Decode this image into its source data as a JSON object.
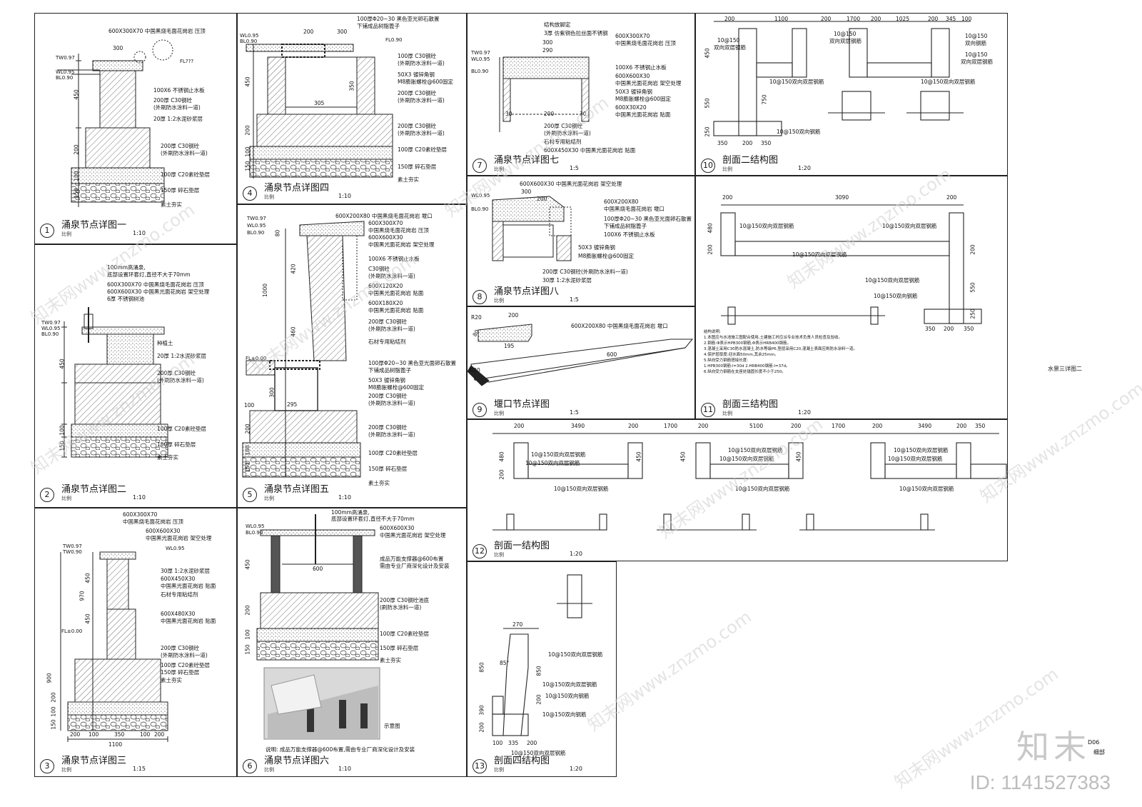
{
  "panels": {
    "p1": {
      "num": "1",
      "title": "涌泉节点详图一",
      "scale_label": "比例",
      "scale": "1:10",
      "notes": [
        "600X300X70 中国黑烧毛面花岗岩 压顶",
        "100X6 不锈钢止水板",
        "200厚 C30钢砼",
        "(外刷防水涂料一道)",
        "20厚 1:2水泥砂浆层",
        "200厚 C30钢砼",
        "(外刷防水涂料一道)",
        "100厚 C20素砼垫层",
        "150厚 碎石垫层",
        "素土夯实"
      ],
      "levels": [
        "TW0.97",
        "WL0.95",
        "BL0.90",
        "FL???"
      ],
      "dims": [
        "300",
        "450",
        "200",
        "100",
        "150"
      ]
    },
    "p2": {
      "num": "2",
      "title": "涌泉节点详图二",
      "scale_label": "比例",
      "scale": "1:10",
      "notes": [
        "100mm高涌泉,",
        "底部设置环套灯,直径不大于70mm",
        "600X300X70 中国黑烧毛面花岗岩 压顶",
        "600X600X30 中国黑光面花岗岩 架空处理",
        "6厚 不锈钢树池",
        "种植土",
        "20厚 1:2水泥砂浆层",
        "200厚 C30钢砼",
        "(外刷防水涂料一道)",
        "100厚 C20素砼垫层",
        "150厚 碎石垫层",
        "素土夯实"
      ],
      "levels": [
        "TW0.97",
        "WL0.95",
        "BL0.90"
      ],
      "dims": [
        "450",
        "100",
        "150"
      ]
    },
    "p3": {
      "num": "3",
      "title": "涌泉节点详图三",
      "scale_label": "比例",
      "scale": "1:15",
      "notes": [
        "600X300X70",
        "中国黑烧毛面花岗岩 压顶",
        "600X600X30",
        "中国黑光面花岗岩 架空处理",
        "30厚 1:2水泥砂浆层",
        "600X450X30",
        "中国黑光面花岗岩 贴面",
        "石材专用粘结剂",
        "600X480X30",
        "中国黑光面花岗岩 贴面",
        "200厚 C30钢砼",
        "(外刷防水涂料一道)",
        "100厚 C20素砼垫层",
        "150厚 碎石垫层",
        "素土夯实"
      ],
      "levels": [
        "TW0.97",
        "TW0.90",
        "WL0.95",
        "FL±0.00"
      ],
      "dims": [
        "450",
        "970",
        "450",
        "900",
        "200",
        "100",
        "150",
        "1100",
        "200",
        "100",
        "350",
        "100",
        "200"
      ]
    },
    "p4": {
      "num": "4",
      "title": "涌泉节点详图四",
      "scale_label": "比例",
      "scale": "1:10",
      "notes": [
        "100厚Φ20~30 黑色亚光卵石散置",
        "下铺成品树脂篦子",
        "100厚 C30钢砼",
        "(外刷防水涂料一道)",
        "50X3 镀锌角钢",
        "M8膨胀螺栓@600固定",
        "200厚 C30钢砼",
        "(外刷防水涂料一道)",
        "200厚 C30钢砼",
        "(外刷防水涂料一道)",
        "100厚 C20素砼垫层",
        "150厚 碎石垫层",
        "素土夯实"
      ],
      "levels": [
        "WL0.95",
        "BL0.90",
        "FL0.90"
      ],
      "dims": [
        "200",
        "300",
        "450",
        "350",
        "305",
        "200",
        "150",
        "100"
      ]
    },
    "p5": {
      "num": "5",
      "title": "涌泉节点详图五",
      "scale_label": "比例",
      "scale": "1:10",
      "notes": [
        "600X200X80 中国黑烧毛面花岗岩 堰口",
        "600X300X70",
        "中国黑烧毛面花岗岩 压顶",
        "600X600X30",
        "中国黑光面花岗岩 架空处理",
        "100X6 不锈钢止水板",
        "C30钢砼",
        "(外刷防水涂料一道)",
        "600X120X20",
        "中国黑光面花岗岩 贴面",
        "600X180X20",
        "中国黑光面花岗岩 贴面",
        "200厚 C30钢砼",
        "(外刷防水涂料一道)",
        "石材专用粘结剂",
        "100厚Φ20~30 黑色亚光面卵石散置",
        "下铺成品树脂篦子",
        "50X3 镀锌角钢",
        "M8膨胀螺栓@600固定",
        "200厚 C30钢砼",
        "(外刷防水涂料一道)",
        "200厚 C30钢砼",
        "(外刷防水涂料一道)",
        "100厚 C20素砼垫层",
        "150厚 碎石垫层",
        "素土夯实"
      ],
      "levels": [
        "TW0.97",
        "WL0.95",
        "BL0.90",
        "FL±0.00"
      ],
      "dims": [
        "80",
        "420",
        "1000",
        "460",
        "300",
        "295",
        "200",
        "100",
        "150",
        "100"
      ]
    },
    "p6": {
      "num": "6",
      "title": "涌泉节点详图六",
      "scale_label": "比例",
      "scale": "1:10",
      "notes": [
        "100mm高涌泉,",
        "底部设置环套灯,直径不大于70mm",
        "600X600X30",
        "中国黑光面花岗岩 架空处理",
        "成品万能支撑器@600布置",
        "需由专业厂商深化设计及安装",
        "200厚 C30钢砼池底",
        "(刷防水涂料一道)",
        "100厚 C20素砼垫层",
        "150厚 碎石垫层",
        "素土夯实",
        "示意图"
      ],
      "caption": "说明: 成品万能支撑器@600布置,需由专业厂商深化设计及安装",
      "levels": [
        "WL0.95",
        "BL0.90"
      ],
      "dims": [
        "600",
        "450",
        "200",
        "100",
        "150"
      ]
    },
    "p7": {
      "num": "7",
      "title": "涌泉节点详图七",
      "scale_label": "比例",
      "scale": "1:5",
      "notes": [
        "结构放脚定",
        "3厚 仿紫铜色拉丝面不锈钢",
        "600X300X70",
        "中国黑烧毛面花岗岩 压顶",
        "100X6 不锈钢止水板",
        "600X600X30",
        "中国黑光面花岗岩 架空处理",
        "50X3 镀锌角钢",
        "M8膨胀螺栓@600固定",
        "600X30X20",
        "中国黑光面花岗岩 贴面",
        "200厚 C30钢砼",
        "(外刷防水涂料一道)",
        "石材专用粘结剂",
        "600X450X30 中国黑光面花岗岩 贴面"
      ],
      "levels": [
        "TW0.97",
        "WL0.95",
        "BL0.90"
      ],
      "dims": [
        "300",
        "290",
        "200",
        "30",
        "30"
      ]
    },
    "p8": {
      "num": "8",
      "title": "涌泉节点详图八",
      "scale_label": "比例",
      "scale": "1:5",
      "notes": [
        "600X600X30 中国黑光面花岗岩 架空处理",
        "600X200X80",
        "中国黑烧毛面花岗岩 堰口",
        "100厚Φ20~30 黑色亚光面卵石散置",
        "下铺成品树脂篦子",
        "100X6 不锈钢止水板",
        "50X3 镀锌角钢",
        "M8膨胀螺栓@600固定",
        "200厚 C30钢砼(外刷防水涂料一道)",
        "30厚 1:2水泥砂浆层"
      ],
      "levels": [
        "WL0.95",
        "BL0.90"
      ],
      "dims": [
        "300",
        "200"
      ]
    },
    "p9": {
      "num": "9",
      "title": "堰口节点详图",
      "scale_label": "比例",
      "scale": "1:5",
      "notes": [
        "600X200X80 中国黑烧毛面花岗岩 堰口"
      ],
      "dims": [
        "200",
        "R20",
        "195",
        "600",
        "80",
        "R20"
      ]
    },
    "p10": {
      "num": "10",
      "title": "剖面二结构图",
      "scale_label": "比例",
      "scale": "1:20",
      "notes": [
        "10@150",
        "双向双层钢筋",
        "10@150",
        "双向双层钢筋",
        "10@150",
        "双向钢筋",
        "10@150",
        "双向双层钢筋",
        "10@150双向双层钢筋",
        "10@150双向双层钢筋",
        "10@150双向钢筋"
      ],
      "dims": [
        "200",
        "1100",
        "200",
        "1700",
        "200",
        "1025",
        "200",
        "345",
        "100",
        "450",
        "550",
        "250",
        "350",
        "200",
        "350",
        "750"
      ]
    },
    "p11": {
      "num": "11",
      "title": "剖面三结构图",
      "scale_label": "比例",
      "scale": "1:20",
      "notes": [
        "10@150双向双层钢筋",
        "10@150双向双层钢筋",
        "10@150双向双层钢筋",
        "10@150双向双层钢筋",
        "10@150双向钢筋"
      ],
      "dims": [
        "200",
        "3090",
        "200",
        "480",
        "200",
        "200",
        "550",
        "250",
        "350",
        "200",
        "350"
      ],
      "structure_notes": [
        "结构说明:",
        "1.本图应与水池施工图配合使用,土建施工时应派专业技术负责人员检查及验收。",
        "2.钢筋:Φ表示HPB300钢筋,Φ表示HRB400钢筋。",
        "3.混凝土采用C30防水混凝土,防水等级P6,垫层采用C20,混凝土表面应刷防水涂料一道。",
        "4.保护层厚度:迎水面50mm,其余25mm。",
        "5.纵向受力钢筋搭接长度:",
        "  1.HPB300钢筋:l=30d  2.HRB400钢筋:l=37d。",
        "6.纵向受力钢筋在支座处锚固长度不小于250。"
      ]
    },
    "p12": {
      "num": "12",
      "title": "剖面一结构图",
      "scale_label": "比例",
      "scale": "1:20",
      "notes": [
        "10@150双向双层钢筋",
        "10@150双向双层钢筋",
        "10@150双向双层钢筋",
        "10@150双向双层钢筋",
        "10@150双向双层钢筋",
        "10@150双向双层钢筋",
        "10@150双向双层钢筋",
        "10@150双向双层钢筋",
        "10@150双向双层钢筋"
      ],
      "dims": [
        "200",
        "3490",
        "200",
        "1700",
        "200",
        "5100",
        "200",
        "1700",
        "200",
        "3490",
        "200",
        "350",
        "480",
        "200",
        "450",
        "450",
        "450"
      ]
    },
    "p13": {
      "num": "13",
      "title": "剖面四结构图",
      "scale_label": "比例",
      "scale": "1:20",
      "notes": [
        "10@150双向双层钢筋",
        "10@150双向双层钢筋",
        "10@150双向钢筋",
        "10@150双向钢筋",
        "10@150双向双层钢筋"
      ],
      "dims": [
        "270",
        "850",
        "390",
        "200",
        "200",
        "850",
        "100",
        "335",
        "200",
        "85°"
      ]
    }
  },
  "sheet": {
    "right_label": "水景三详图二",
    "corner_code": "D06",
    "corner_name": "细部",
    "watermark": "知末网www.znzmo.com",
    "logo": "知末",
    "id_text": "ID: 1141527383"
  }
}
